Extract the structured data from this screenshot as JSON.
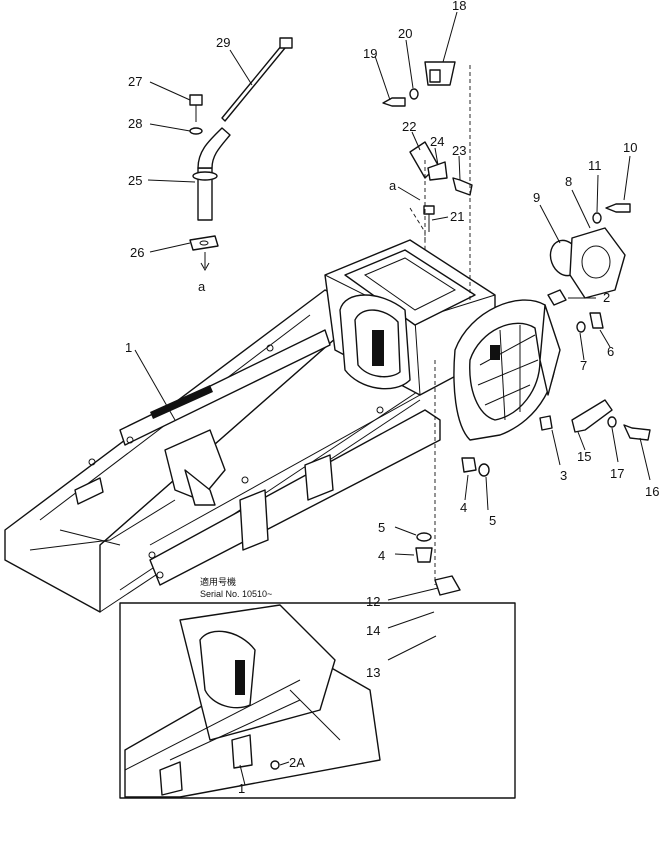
{
  "callouts": [
    {
      "id": "c1",
      "text": "1"
    },
    {
      "id": "c2",
      "text": "2"
    },
    {
      "id": "c3",
      "text": "3"
    },
    {
      "id": "c4a",
      "text": "4"
    },
    {
      "id": "c4b",
      "text": "4"
    },
    {
      "id": "c5a",
      "text": "5"
    },
    {
      "id": "c5b",
      "text": "5"
    },
    {
      "id": "c6",
      "text": "6"
    },
    {
      "id": "c7",
      "text": "7"
    },
    {
      "id": "c8",
      "text": "8"
    },
    {
      "id": "c9",
      "text": "9"
    },
    {
      "id": "c10",
      "text": "10"
    },
    {
      "id": "c11",
      "text": "11"
    },
    {
      "id": "c12",
      "text": "12"
    },
    {
      "id": "c13",
      "text": "13"
    },
    {
      "id": "c14",
      "text": "14"
    },
    {
      "id": "c15",
      "text": "15"
    },
    {
      "id": "c16",
      "text": "16"
    },
    {
      "id": "c17",
      "text": "17"
    },
    {
      "id": "c18",
      "text": "18"
    },
    {
      "id": "c19",
      "text": "19"
    },
    {
      "id": "c20",
      "text": "20"
    },
    {
      "id": "c21",
      "text": "21"
    },
    {
      "id": "c22",
      "text": "22"
    },
    {
      "id": "c23",
      "text": "23"
    },
    {
      "id": "c24",
      "text": "24"
    },
    {
      "id": "c25",
      "text": "25"
    },
    {
      "id": "c26",
      "text": "26"
    },
    {
      "id": "c27",
      "text": "27"
    },
    {
      "id": "c28",
      "text": "28"
    },
    {
      "id": "c29",
      "text": "29"
    },
    {
      "id": "cA1",
      "text": "a"
    },
    {
      "id": "cA2",
      "text": "a"
    },
    {
      "id": "c2A",
      "text": "2A"
    },
    {
      "id": "c1i",
      "text": "1"
    }
  ],
  "inset": {
    "caption_jp": "適用号機",
    "serial": "Serial No. 10510~"
  }
}
